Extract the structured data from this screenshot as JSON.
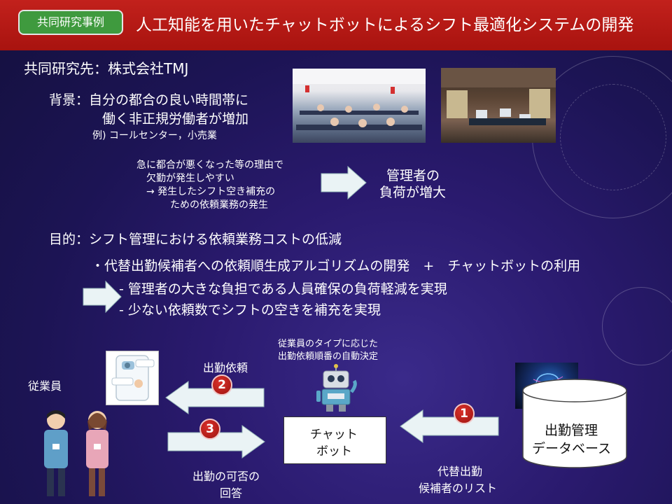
{
  "header": {
    "badge": "共同研究事例",
    "title": "人工知能を用いたチャットボットによるシフト最適化システムの開発"
  },
  "partner": "共同研究先：株式会社TMJ",
  "background": {
    "line1": "背景：自分の都合の良い時間帯に",
    "line2": "働く非正規労働者が増加",
    "example": "例) コールセンター，小売業"
  },
  "cause": {
    "lines": [
      "急に都合が悪くなった等の理由で",
      "欠勤が発生しやすい",
      "→ 発生したシフト空き補充の",
      "ための依頼業務の発生"
    ]
  },
  "effect": {
    "line1": "管理者の",
    "line2": "負荷が増大"
  },
  "purpose": {
    "title": "目的：シフト管理における依頼業務コストの低減",
    "method": "・代替出勤候補者への依頼順生成アルゴリズムの開発　+　チャットボットの利用",
    "result1": "- 管理者の大きな負担である人員確保の負荷軽減を実現",
    "result2": "- 少ない依頼数でシフトの空きを補充を実現"
  },
  "diagram": {
    "employee_label": "従業員",
    "step2_label": "出勤依頼",
    "step3_line1": "出勤の可否の",
    "step3_line2": "回答",
    "step1_line1": "代替出勤",
    "step1_line2": "候補者のリスト",
    "robot_note1": "従業員のタイプに応じた",
    "robot_note2": "出勤依頼順番の自動決定",
    "chatbot_line1": "チャット",
    "chatbot_line2": "ボット",
    "db_line1": "出勤管理",
    "db_line2": "データベース",
    "num1": "1",
    "num2": "2",
    "num3": "3"
  }
}
